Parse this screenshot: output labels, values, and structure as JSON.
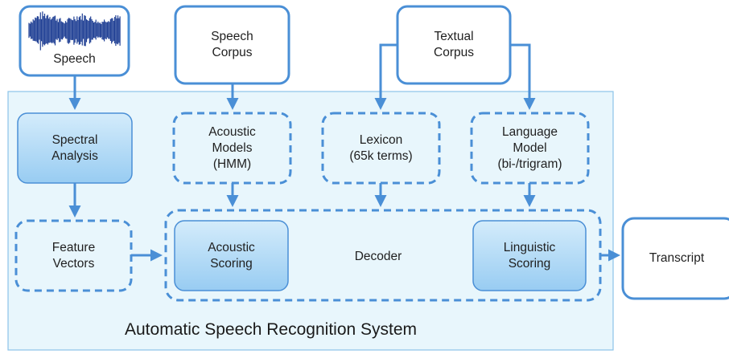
{
  "diagram": {
    "system_title": "Automatic Speech Recognition System",
    "inputs": {
      "speech": "Speech",
      "speech_corpus": "Speech\nCorpus",
      "textual_corpus": "Textual\nCorpus"
    },
    "models": {
      "acoustic_models": "Acoustic\nModels\n(HMM)",
      "lexicon": "Lexicon\n(65k terms)",
      "language_model": "Language\nModel\n(bi-/trigram)"
    },
    "processing": {
      "spectral_analysis": "Spectral\nAnalysis",
      "feature_vectors": "Feature\nVectors",
      "acoustic_scoring": "Acoustic\nScoring",
      "decoder": "Decoder",
      "linguistic_scoring": "Linguistic\nScoring"
    },
    "output": {
      "transcript": "Transcript"
    }
  },
  "colors": {
    "system_fill": "#e8f6fc",
    "stroke": "#4a8fd6",
    "solid_box_fill": "#a9d6f5",
    "waveform": "#1f3f94"
  }
}
